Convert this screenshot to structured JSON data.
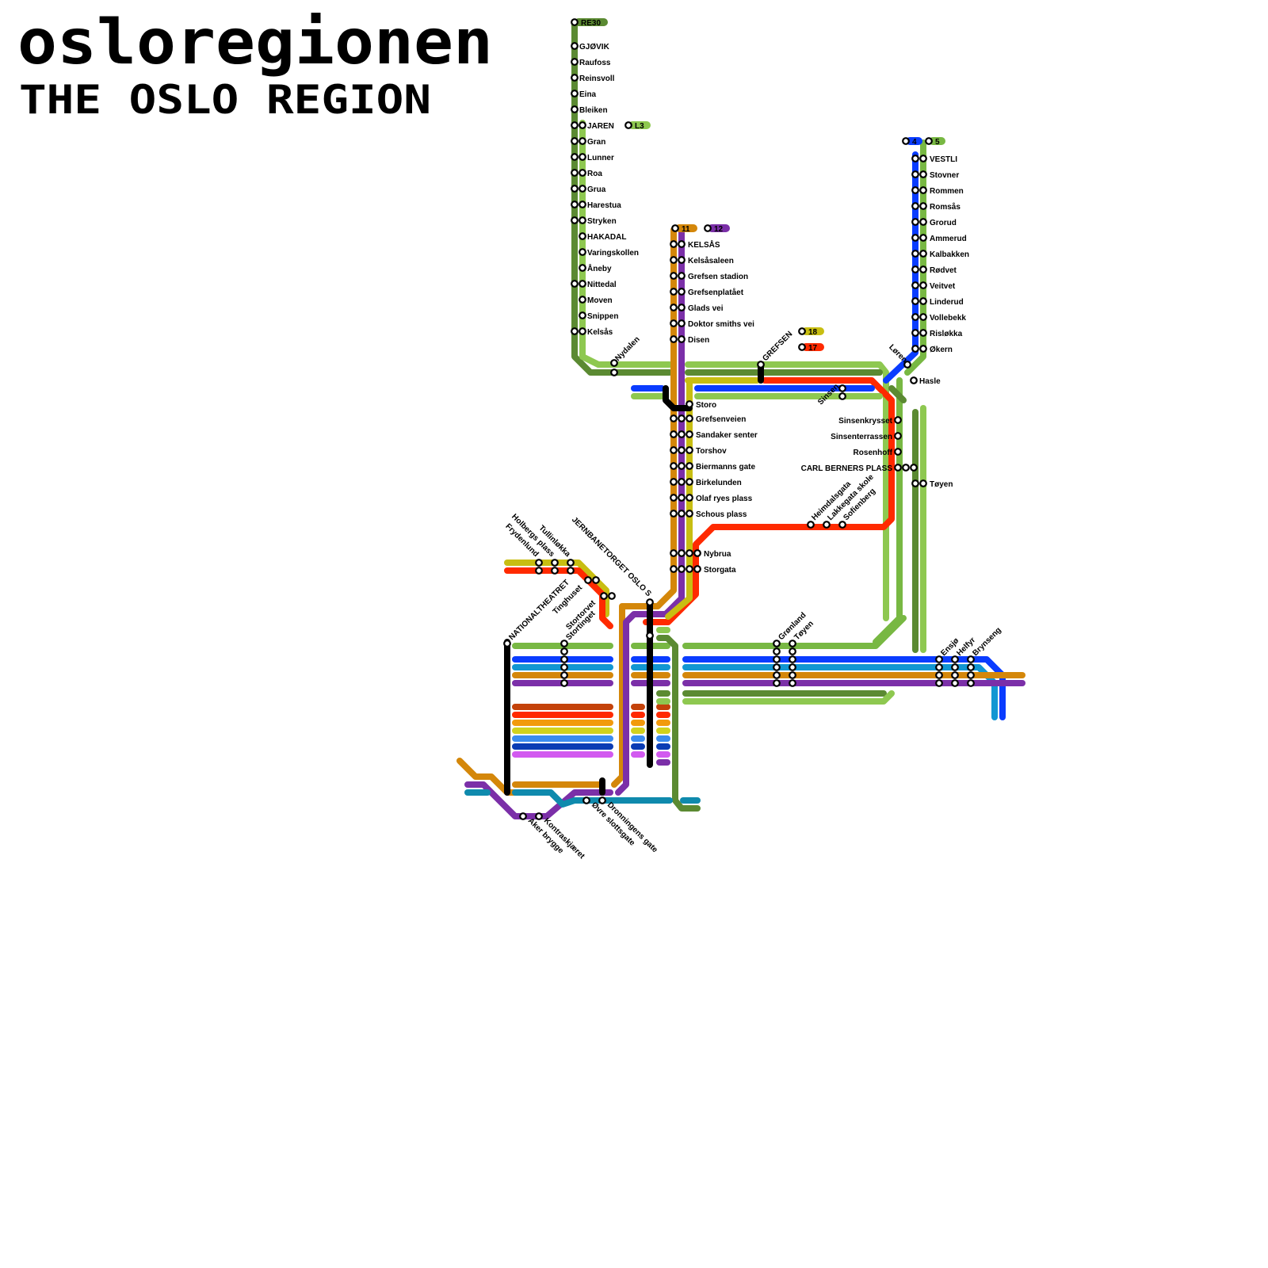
{
  "title": {
    "line1": "osloregionen",
    "line2": "THE OSLO REGION"
  },
  "colors": {
    "darkgreen": "#5b8a32",
    "lightgreen": "#8ec850",
    "midgreen": "#78b843",
    "orange": "#d4870a",
    "purple": "#7b2fa8",
    "yellow": "#c8be12",
    "red": "#ff2a00",
    "blue": "#0a3cff",
    "cyan": "#1296d2",
    "teal": "#0f8aad",
    "brickred": "#c4420a",
    "amber": "#f29a0c",
    "lime": "#d2d21e",
    "skyblue": "#3b8cf0",
    "navy": "#0a3cb4",
    "pink": "#d25af0",
    "black": "#000000"
  },
  "legend": [
    {
      "label": "RE30",
      "color": "darkgreen"
    },
    {
      "label": "L3",
      "color": "lightgreen"
    },
    {
      "label": "11",
      "color": "orange"
    },
    {
      "label": "12",
      "color": "purple"
    },
    {
      "label": "18",
      "color": "yellow"
    },
    {
      "label": "17",
      "color": "red"
    },
    {
      "label": "4",
      "color": "blue"
    },
    {
      "label": "5",
      "color": "midgreen"
    }
  ],
  "stations": {
    "gjovik": "GJØVIK",
    "raufoss": "Raufoss",
    "reinsvoll": "Reinsvoll",
    "eina": "Eina",
    "bleiken": "Bleiken",
    "jaren": "JAREN",
    "gran": "Gran",
    "lunner": "Lunner",
    "roa": "Roa",
    "grua": "Grua",
    "harestua": "Harestua",
    "stryken": "Stryken",
    "hakadal": "HAKADAL",
    "varingskollen": "Varingskollen",
    "aneby": "Åneby",
    "nittedal": "Nittedal",
    "moven": "Moven",
    "snippen": "Snippen",
    "kelsas_rail": "Kelsås",
    "nydalen": "Nydalen",
    "kelsas": "KELSÅS",
    "kelsasaleen": "Kelsåsaleen",
    "grefsen_stasjon": "Grefsen stadion",
    "grefsenplataet": "Grefsenplatået",
    "glads_vei": "Glads vei",
    "doktor_smiths_vei": "Doktor smiths vei",
    "disen": "Disen",
    "storo": "Storo",
    "grefsenveien": "Grefsenveien",
    "sandaker_senter": "Sandaker senter",
    "torshov": "Torshov",
    "biermanns_gate": "Biermanns gate",
    "birkelunden": "Birkelunden",
    "olaf_ryes_plass": "Olaf ryes plass",
    "schous_plass": "Schous plass",
    "nybrua": "Nybrua",
    "storgata": "Storgata",
    "grefsen": "GREFSEN",
    "sinsen": "Sinsen",
    "loren": "Løren",
    "hasle": "Hasle",
    "vestli": "VESTLI",
    "stovner": "Stovner",
    "rommen": "Rommen",
    "romsas": "Romsås",
    "grorud": "Grorud",
    "ammerud": "Ammerud",
    "kalbakken": "Kalbakken",
    "rodtvet": "Rødvet",
    "veitvet": "Veitvet",
    "linderud": "Linderud",
    "vollebekk": "Vollebekk",
    "rislokka": "Risløkka",
    "okern": "Økern",
    "sinsenkrysset": "Sinsenkrysset",
    "sinsenterrassen": "Sinsenterrassen",
    "rosenhoff": "Rosenhoff",
    "carl_berners_plass": "CARL BERNERS PLASS",
    "toyen_north": "Tøyen",
    "heimdalsgata": "Heimdalsgata",
    "lakkegata_skole": "Lakkegata skole",
    "sofienberg": "Sofienberg",
    "frydenlund": "Frydenlund",
    "holbergs_plass": "Holbergs plass",
    "tullinlokka": "Tullinløkka",
    "jernbanetorget": "JERNBANETORGET OSLO S",
    "tinghuset": "Tinghuset",
    "nationaltheatret": "NATIONALTHEATRET",
    "stortinget": "Stortinget",
    "stortorvet": "Stortorvet",
    "gronland": "Grønland",
    "toyen": "Tøyen",
    "ensjo": "Ensjø",
    "helfyr": "Helfyr",
    "brynseng": "Brynseng",
    "aker_brygge": "Aker brygge",
    "kontraskjaeret": "Kontraskjæret",
    "ovre_slottsgate": "Øvre slottsgate",
    "dronningens_gate": "Dronningens gate"
  }
}
